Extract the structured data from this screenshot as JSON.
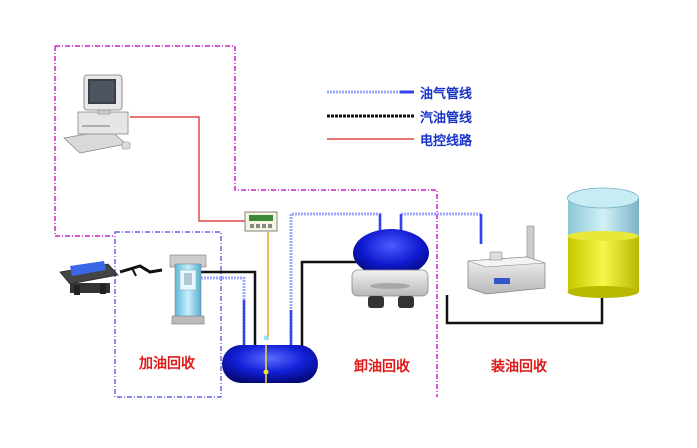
{
  "legend": {
    "items": [
      {
        "label": "油气管线",
        "style": "vapor-pipe"
      },
      {
        "label": "汽油管线",
        "style": "gasoline-pipe"
      },
      {
        "label": "电控线路",
        "style": "control-wire"
      }
    ]
  },
  "zones": {
    "refuel": "加油回收",
    "unload": "卸油回收",
    "load": "装油回收"
  },
  "colors": {
    "vapor_pipe": "#9fa8ff",
    "gasoline_pipe": "#111111",
    "control_wire": "#d42020",
    "zone_border_magenta": "#cc22cc",
    "zone_border_blue": "#4444dd",
    "tank_blue": "#0b16c8",
    "storage_yellow": "#e8e800",
    "storage_cyan": "#a8dde8",
    "label_red": "#e01818",
    "label_blue": "#1b34c8"
  },
  "icons": [
    "computer-icon",
    "controller-box-icon",
    "dispenser-nozzle-icon",
    "fuel-dispenser-icon",
    "underground-tank-icon",
    "tanker-truck-icon",
    "recovery-unit-icon",
    "storage-tank-icon"
  ]
}
